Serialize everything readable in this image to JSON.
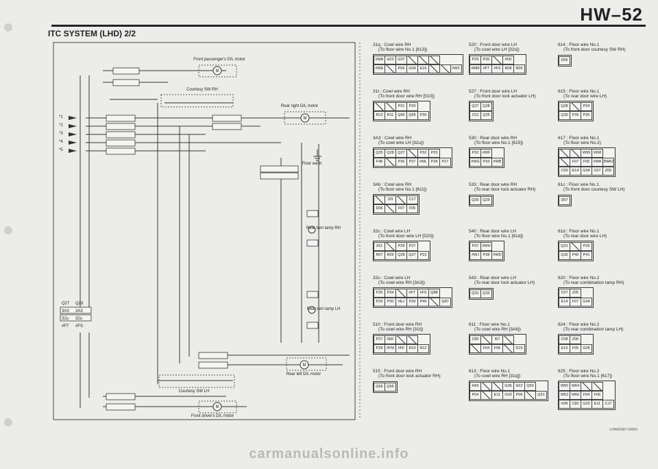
{
  "header": {
    "page_number": "HW–52",
    "section_title": "ITC SYSTEM (LHD) 2/2"
  },
  "watermark": "carmanualsonline.info",
  "doc_id": "LHW00087-00059",
  "left": {
    "components": [
      "Front passenger's D/L motor",
      "Courtesy SW RH",
      "Rear right D/L motor",
      "Floor earth",
      "Rear turn lamp RH",
      "Rear turn lamp LH",
      "Rear left D/L motor",
      "Courtesy SW LH",
      "Front driver's D/L motor"
    ],
    "inputs": [
      "*1",
      "*2",
      "*3",
      "*4",
      "*5"
    ],
    "left_blocks": [
      {
        "a": "Q27",
        "b": "Q28"
      },
      {
        "a": "3A3",
        "b": "3A3"
      },
      {
        "a": "32u",
        "b": "32u"
      },
      {
        "a": "#FT",
        "b": "#FS"
      }
    ]
  },
  "middle": [
    {
      "title": "31q : Cowl wire RH",
      "sub": "(To floor wire No.1 [613])",
      "rows": [
        [
          "#WA",
          "H23",
          "G07",
          "",
          "",
          ""
        ],
        [
          "#WE",
          "",
          "P06",
          "G04",
          "E16",
          "",
          "",
          "#WC"
        ]
      ]
    },
    {
      "title": "31t : Cowl wire RH",
      "sub": "(To front door wire RH [510])",
      "rows": [
        [
          "",
          "",
          "P31",
          "P29"
        ],
        [
          "R13",
          "R11",
          "Q66",
          "Q65",
          "P30"
        ]
      ]
    },
    {
      "title": "3A3 : Cowl wire RH",
      "sub": "(To cowl wire LH [32u])",
      "rows": [
        [
          "Q25",
          "Q28",
          "Q27",
          "",
          "P32",
          "P33"
        ],
        [
          "F48",
          "",
          "P36",
          "P37",
          "#ML",
          "P28",
          "P27"
        ]
      ]
    },
    {
      "title": "3Ab : Cowl wire RH",
      "sub": "(To floor wire No.1 [611])",
      "rows": [
        [
          "",
          "I29",
          "",
          "C17"
        ],
        [
          "D06",
          "",
          "F07",
          "F05"
        ]
      ]
    },
    {
      "title": "32s : Cowl wire LH",
      "sub": "(To front door wire LH [520])",
      "rows": [
        [
          "Z61",
          "",
          "P28",
          "P27"
        ],
        [
          "R07",
          "R09",
          "Q28",
          "Q27",
          "P22"
        ]
      ]
    },
    {
      "title": "32u : Cowl wire LH",
      "sub": "(To cowl wire RH [3A3])",
      "rows": [
        [
          "P35",
          "P34",
          "",
          "#FT",
          "#FS",
          "Q88"
        ],
        [
          "P29",
          "P30",
          "#EJ",
          "P39",
          "P40",
          "",
          "Q87"
        ]
      ]
    },
    {
      "title": "510 : Front door wire RH",
      "sub": "(To cowl wire RH [31t])",
      "rows": [
        [
          "P27",
          "#EK",
          "",
          ""
        ],
        [
          "P28",
          "#FM",
          "#FF",
          "R10",
          "R12"
        ]
      ]
    },
    {
      "title": "515 : Front door wire RH",
      "sub": "(To front door lock actuator RH)",
      "rows": [
        [
          "Q66",
          "Q65"
        ]
      ]
    }
  ],
  "right1": [
    {
      "title": "520 : Front door wire LH",
      "sub": "(To cowl wire LH [32s])",
      "rows": [
        [
          "P29",
          "P30",
          "",
          "#5D"
        ],
        [
          "#MM",
          "#FT",
          "#FS",
          "R08",
          "R06"
        ]
      ]
    },
    {
      "title": "527 : Front door wire LH",
      "sub": "(To front door lock actuator LH)",
      "rows": [
        [
          "Q27",
          "Q28"
        ],
        [
          "ZS1",
          "Q25"
        ]
      ]
    },
    {
      "title": "530 : Rear door wire RH",
      "sub": "(To floor wire No.1 [615])",
      "rows": [
        [
          "P32",
          "#WF"
        ],
        [
          "#WG",
          "P33",
          "#WB"
        ]
      ]
    },
    {
      "title": "533 : Rear door wire RH",
      "sub": "(To rear door lock actuator RH)",
      "rows": [
        [
          "Q30",
          "Q29"
        ]
      ]
    },
    {
      "title": "540 : Rear door wire LH",
      "sub": "(To floor wire No.1 [61d])",
      "rows": [
        [
          "P37",
          "#WH"
        ],
        [
          "#WJ",
          "P38",
          "#WD"
        ]
      ]
    },
    {
      "title": "543 : Rear door wire LH",
      "sub": "(To rear door lock actuator LH)",
      "rows": [
        [
          "Q31",
          "Q32"
        ]
      ]
    },
    {
      "title": "611 : Floor wire No.1",
      "sub": "(To cowl wire RH [3Ab])",
      "rows": [
        [
          "C80",
          "",
          "I67",
          ""
        ],
        [
          "",
          "F04",
          "F06",
          "",
          "D19"
        ]
      ]
    },
    {
      "title": "613 : Floor wire No.1",
      "sub": "(To cowl wire RH [31q])",
      "rows": [
        [
          "H56",
          "",
          "",
          "G06",
          "H22",
          "Q50"
        ],
        [
          "P04",
          "",
          "E11",
          "G03",
          "P06",
          "",
          "Q51"
        ]
      ]
    }
  ],
  "right2": [
    {
      "title": "614 : Floor wire No.1",
      "sub": "(To front door courtesy SW RH)",
      "rows": [
        [
          "D06"
        ]
      ]
    },
    {
      "title": "615 : Floor wire No.1",
      "sub": "(To rear door wire LH)",
      "rows": [
        [
          "Q28",
          "",
          "P34"
        ],
        [
          "Q30",
          "P35",
          "P36"
        ]
      ]
    },
    {
      "title": "617 : Floor wire No.1",
      "sub": "(To floor wire No.2)",
      "rows": [
        [
          "",
          "",
          "W99",
          "W98"
        ],
        [
          "",
          "F07",
          "F05",
          "#WA",
          "3WA2"
        ],
        [
          "C99",
          "E14",
          "G04",
          "C07",
          "Z05"
        ]
      ]
    },
    {
      "title": "61c : Floor wire No.1",
      "sub": "(To front door courtesy SW LH)",
      "rows": [
        [
          "D07"
        ]
      ]
    },
    {
      "title": "61d : Floor wire No.1",
      "sub": "(To rear door wire LH)",
      "rows": [
        [
          "Q31",
          "",
          "P39"
        ],
        [
          "Q32",
          "P40",
          "P41"
        ]
      ]
    },
    {
      "title": "620 : Floor wire No.2",
      "sub": "(To rear combination lamp RH)",
      "rows": [
        [
          "C07",
          "Z05"
        ],
        [
          "E14",
          "F07",
          "G04"
        ]
      ]
    },
    {
      "title": "624 : Floor wire No.2",
      "sub": "(To rear combination lamp LH)",
      "rows": [
        [
          "C08",
          "Z06"
        ],
        [
          "E15",
          "F05",
          "G05"
        ]
      ]
    },
    {
      "title": "625 : Floor wire No.2",
      "sub": "(To floor wire No.1 [617])",
      "rows": [
        [
          "W50",
          "W64",
          "",
          ""
        ],
        [
          "W52",
          "W66",
          "F04",
          "F06"
        ],
        [
          "#ZR",
          "C80",
          "G03",
          "E11",
          "CJ7"
        ]
      ]
    }
  ]
}
